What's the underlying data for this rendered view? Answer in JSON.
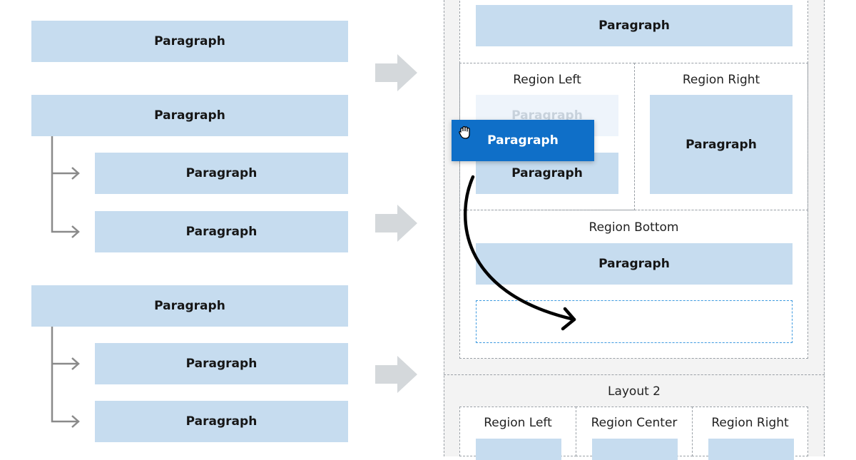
{
  "left_panel": {
    "group1": {
      "parent": "Paragraph"
    },
    "group2": {
      "parent": "Paragraph",
      "children": [
        "Paragraph",
        "Paragraph"
      ]
    },
    "group3": {
      "parent": "Paragraph",
      "children": [
        "Paragraph",
        "Paragraph"
      ]
    }
  },
  "layout1": {
    "top_paragraph": "Paragraph",
    "region_left": {
      "title": "Region Left",
      "ghost": "Paragraph",
      "paragraph": "Paragraph"
    },
    "region_right": {
      "title": "Region Right",
      "paragraph": "Paragraph"
    },
    "region_bottom": {
      "title": "Region Bottom",
      "paragraph": "Paragraph"
    }
  },
  "dragged_item": {
    "label": "Paragraph",
    "cursor": "grab-hand-icon"
  },
  "layout2": {
    "title": "Layout 2",
    "regions": [
      "Region Left",
      "Region Center",
      "Region Right"
    ]
  },
  "colors": {
    "block": "#c6dcef",
    "dragged": "#0f6fc8",
    "drop_zone": "#3d9ae0",
    "frame": "#f3f3f3"
  },
  "icons": [
    "right-arrow-icon",
    "tree-connector-arrow-icon",
    "curved-drag-arrow-icon"
  ]
}
